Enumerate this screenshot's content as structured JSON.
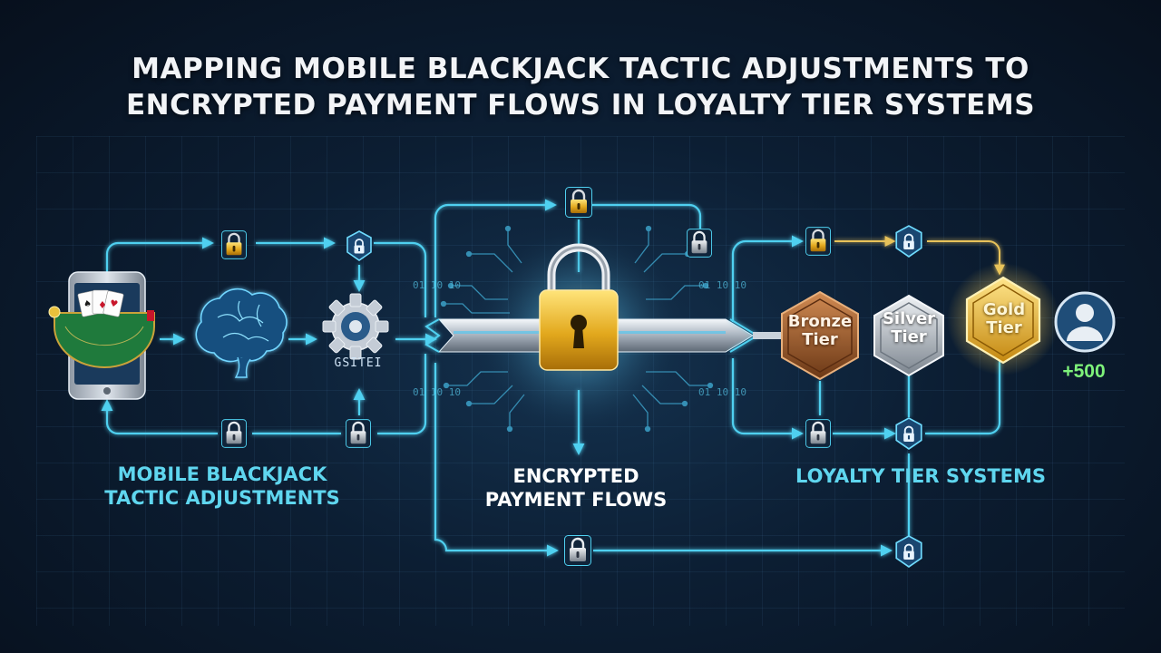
{
  "title": {
    "line1": "MAPPING MOBILE BLACKJACK TACTIC ADJUSTMENTS TO",
    "line2": "ENCRYPTED PAYMENT FLOWS IN LOYALTY TIER SYSTEMS"
  },
  "sections": {
    "left": {
      "line1": "MOBILE BLACKJACK",
      "line2": "TACTIC ADJUSTMENTS"
    },
    "middle": {
      "line1": "ENCRYPTED",
      "line2": "PAYMENT FLOWS"
    },
    "right": {
      "line1": "LOYALTY TIER SYSTEMS"
    }
  },
  "tiers": [
    {
      "line1": "Bronze",
      "line2": "Tier"
    },
    {
      "line1": "Silver",
      "line2": "Tier"
    },
    {
      "line1": "Gold",
      "line2": "Tier"
    }
  ],
  "reward": "+500",
  "gear_caption": "GSITEI",
  "binary": [
    "01 10 10",
    "01 10 10",
    "01 10 10",
    "01 10 10"
  ],
  "colors": {
    "flow": "#4fd0f0",
    "gold_lock": "#e7b52b",
    "bronze": "#9a5a2c",
    "silver": "#b9bfc6",
    "gold": "#e6ad24"
  },
  "icons": [
    "smartphone-icon",
    "brain-icon",
    "gear-icon",
    "padlock-icon",
    "shield-lock-icon",
    "user-avatar-icon"
  ]
}
